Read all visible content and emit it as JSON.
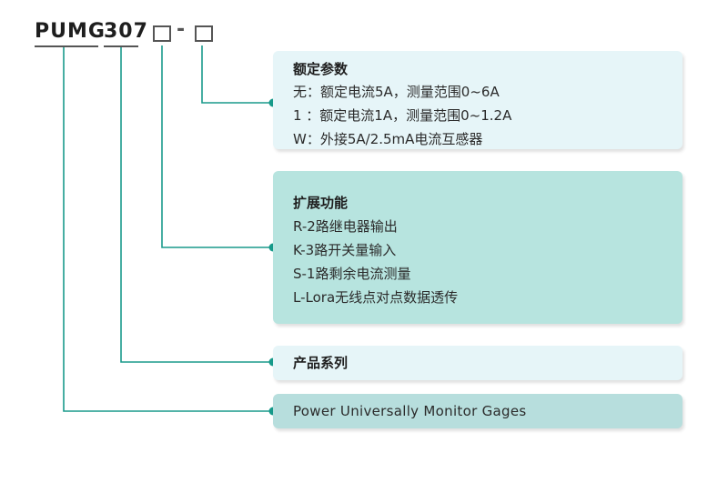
{
  "model_code": {
    "prefix": "PUMG",
    "number": "307",
    "separator": "-"
  },
  "rating": {
    "title": "额定参数",
    "items": [
      "无：额定电流5A，测量范围0~6A",
      "1 ：额定电流1A，测量范围0~1.2A",
      "W：外接5A/2.5mA电流互感器"
    ]
  },
  "functions": {
    "title": "扩展功能",
    "items": [
      "R-2路继电器输出",
      "K-3路开关量输入",
      "S-1路剩余电流测量",
      "L-Lora无线点对点数据透传"
    ]
  },
  "series": {
    "title": "产品系列"
  },
  "meaning": {
    "text": "Power Universally Monitor Gages"
  },
  "colors": {
    "line": "#1a9a8c",
    "dot": "#169a8a",
    "panel_light": "#e6f5f8",
    "panel_teal": "#b7e4df"
  }
}
